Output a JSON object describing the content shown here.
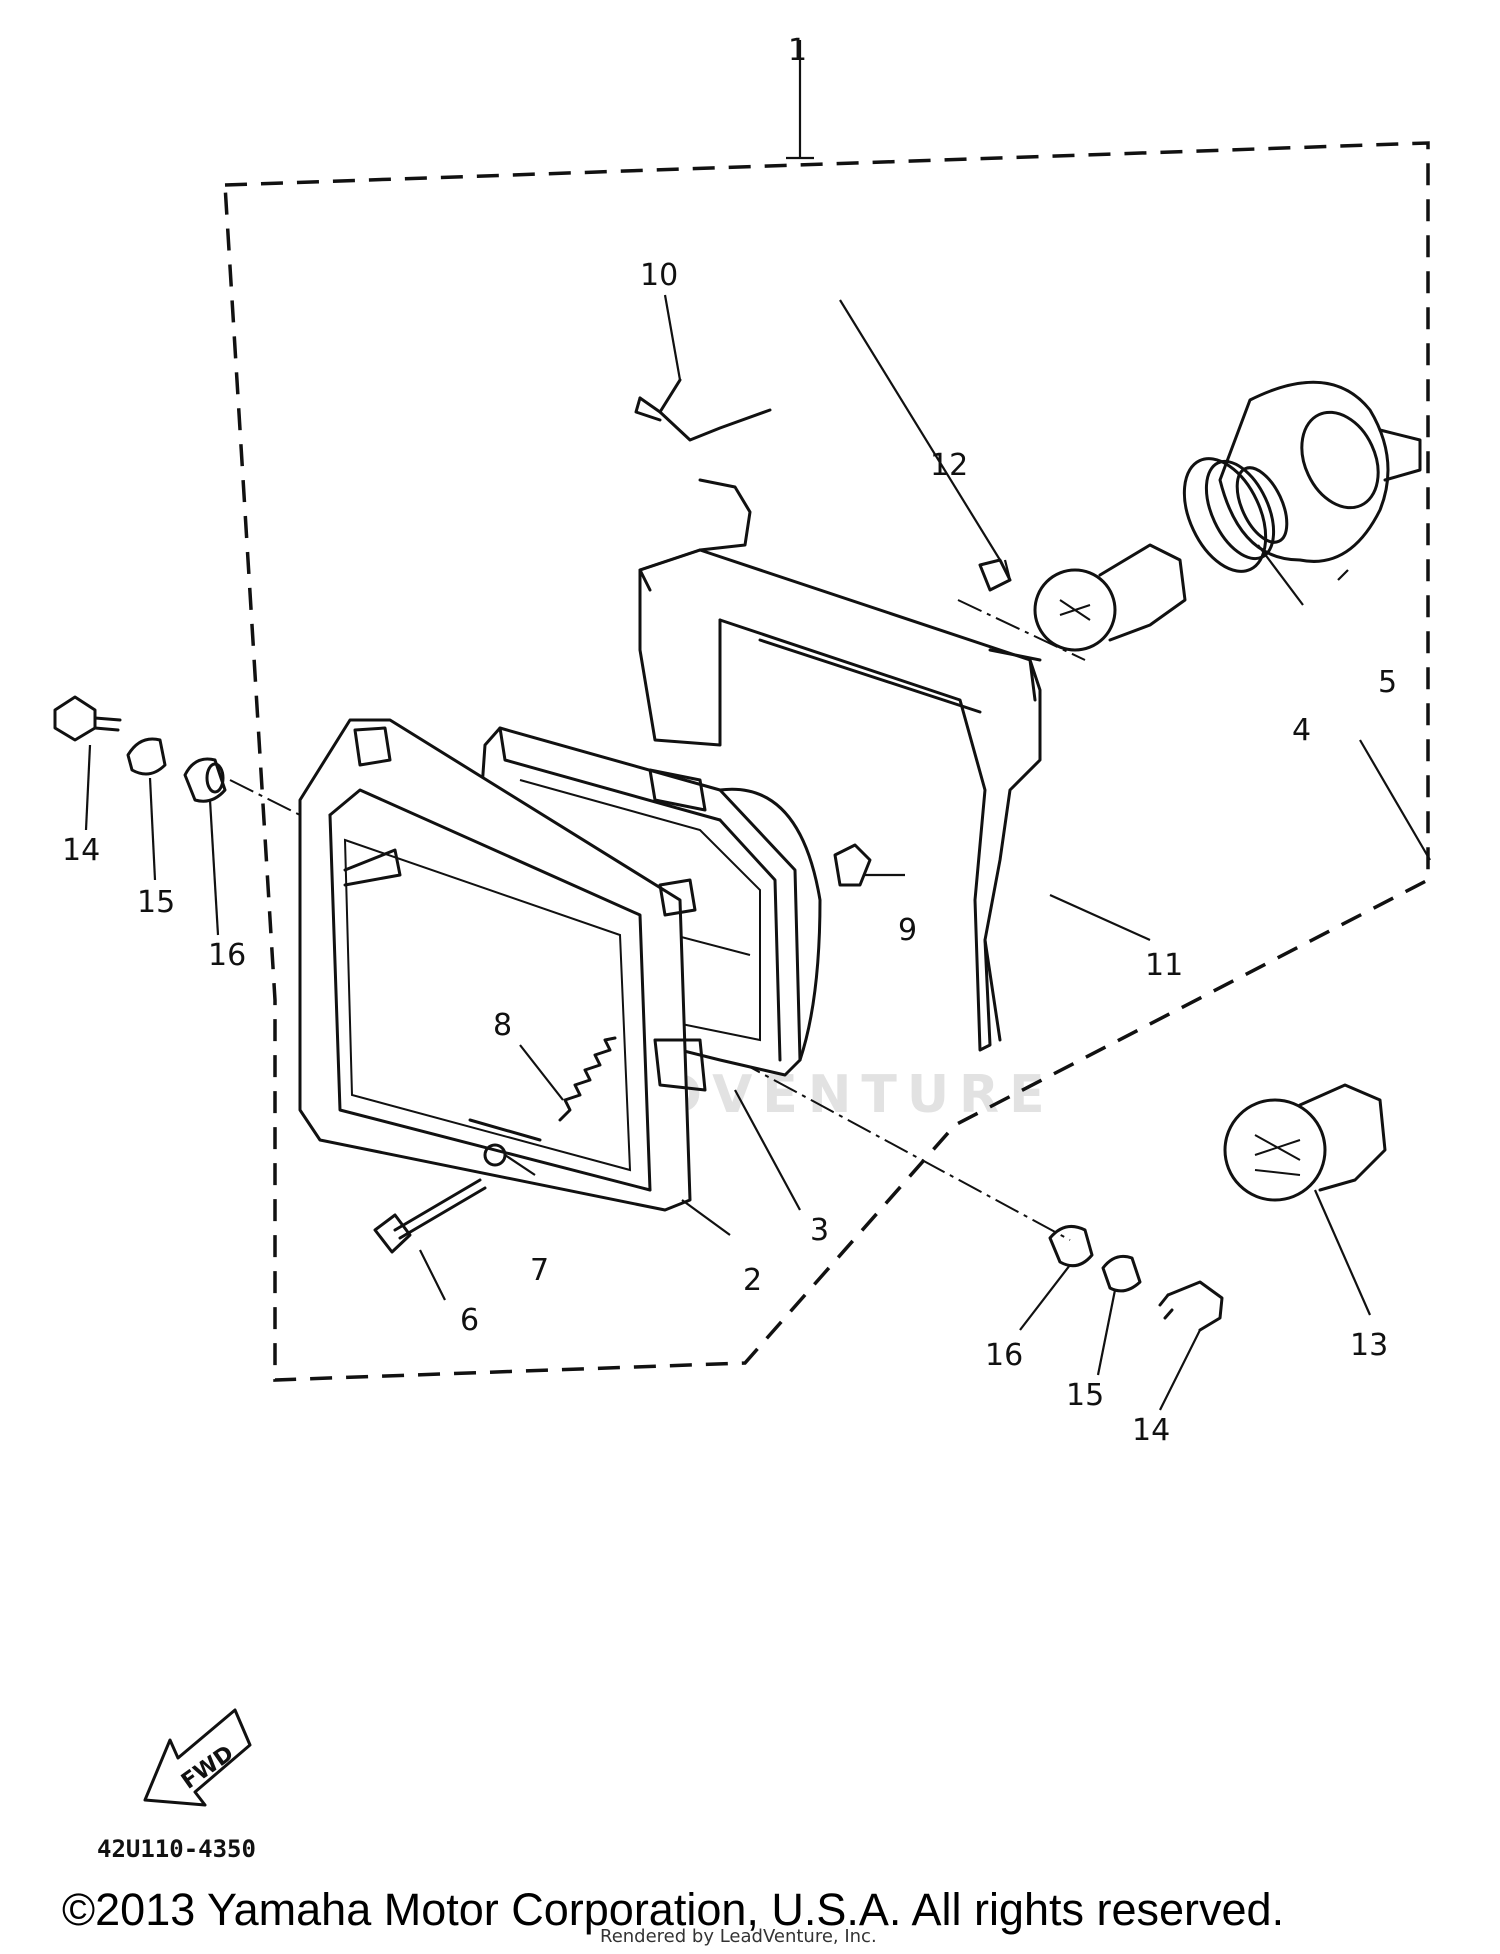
{
  "diagram": {
    "callouts": [
      {
        "id": "1",
        "label": "1"
      },
      {
        "id": "2",
        "label": "2"
      },
      {
        "id": "3",
        "label": "3"
      },
      {
        "id": "4",
        "label": "4"
      },
      {
        "id": "5",
        "label": "5"
      },
      {
        "id": "6",
        "label": "6"
      },
      {
        "id": "7",
        "label": "7"
      },
      {
        "id": "8",
        "label": "8"
      },
      {
        "id": "9",
        "label": "9"
      },
      {
        "id": "10",
        "label": "10"
      },
      {
        "id": "11",
        "label": "11"
      },
      {
        "id": "12",
        "label": "12"
      },
      {
        "id": "13",
        "label": "13"
      },
      {
        "id": "14a",
        "label": "14"
      },
      {
        "id": "15a",
        "label": "15"
      },
      {
        "id": "16a",
        "label": "16"
      },
      {
        "id": "16b",
        "label": "16"
      },
      {
        "id": "15b",
        "label": "15"
      },
      {
        "id": "14b",
        "label": "14"
      }
    ],
    "fwd_label": "FWD",
    "diagram_code": "42U110-4350",
    "watermark": "LEADVENTURE",
    "copyright": "©2013 Yamaha Motor Corporation, U.S.A. All rights reserved.",
    "rendered_by": "Rendered by LeadVenture, Inc."
  }
}
